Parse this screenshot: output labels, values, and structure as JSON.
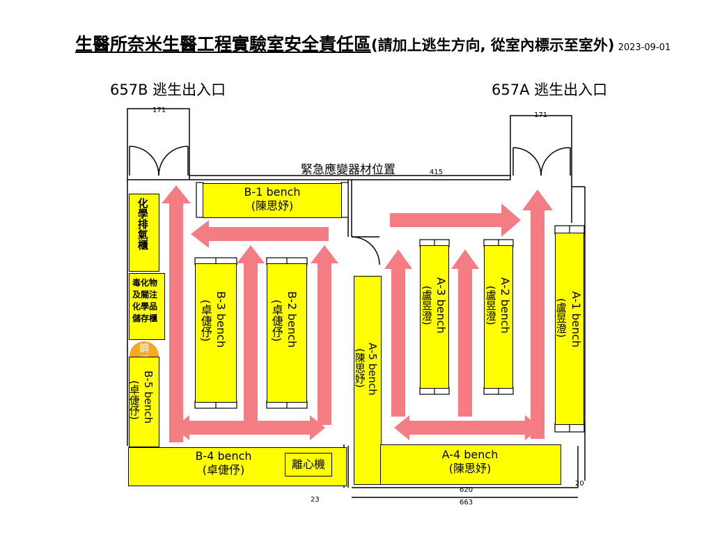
{
  "title": {
    "main": "生醫所奈米生醫工程實驗室安全責任區",
    "sub": "(請加上逃生方向, 從室內標示至室外)",
    "date": "2023-09-01"
  },
  "exits": {
    "left": "657B 逃生出入口",
    "right": "657A 逃生出入口"
  },
  "emergency_equipment": "緊急應變器材位置",
  "dimensions": {
    "door_left": "171",
    "door_right": "171",
    "wall_top": "415",
    "bottom_left": "23",
    "bottom_a": "620",
    "bottom_b": "663",
    "corner": "20"
  },
  "benches": {
    "b1": {
      "name": "B-1 bench",
      "person": "(陳思妤)"
    },
    "b2": {
      "name": "B-2 bench",
      "person": "(卓倢伃)"
    },
    "b3": {
      "name": "B-3 bench",
      "person": "(卓倢伃)"
    },
    "b4": {
      "name": "B-4 bench",
      "person": "(卓倢伃)"
    },
    "b5": {
      "name": "B-5 bench",
      "person": "(卓倢伃)"
    },
    "a1": {
      "name": "A-1 bench",
      "person": "(盧昱澄)"
    },
    "a2": {
      "name": "A-2 bench",
      "person": "(盧昱澄)"
    },
    "a3": {
      "name": "A-3 bench",
      "person": "(盧昱澄)"
    },
    "a4": {
      "name": "A-4 bench",
      "person": "(陳思妤)"
    },
    "a5": {
      "name": "A-5 bench",
      "person": "(陳思妤)"
    }
  },
  "cabinets": {
    "fume_hood": "化學排氣櫃",
    "toxic_storage": "毒化物及關注化學品儲存櫃",
    "gas_cylinder": "鋼瓶",
    "centrifuge": "離心機"
  },
  "colors": {
    "bench": "#ffff00",
    "arrow": "#f47c83",
    "cylinder": "#f7a823"
  }
}
